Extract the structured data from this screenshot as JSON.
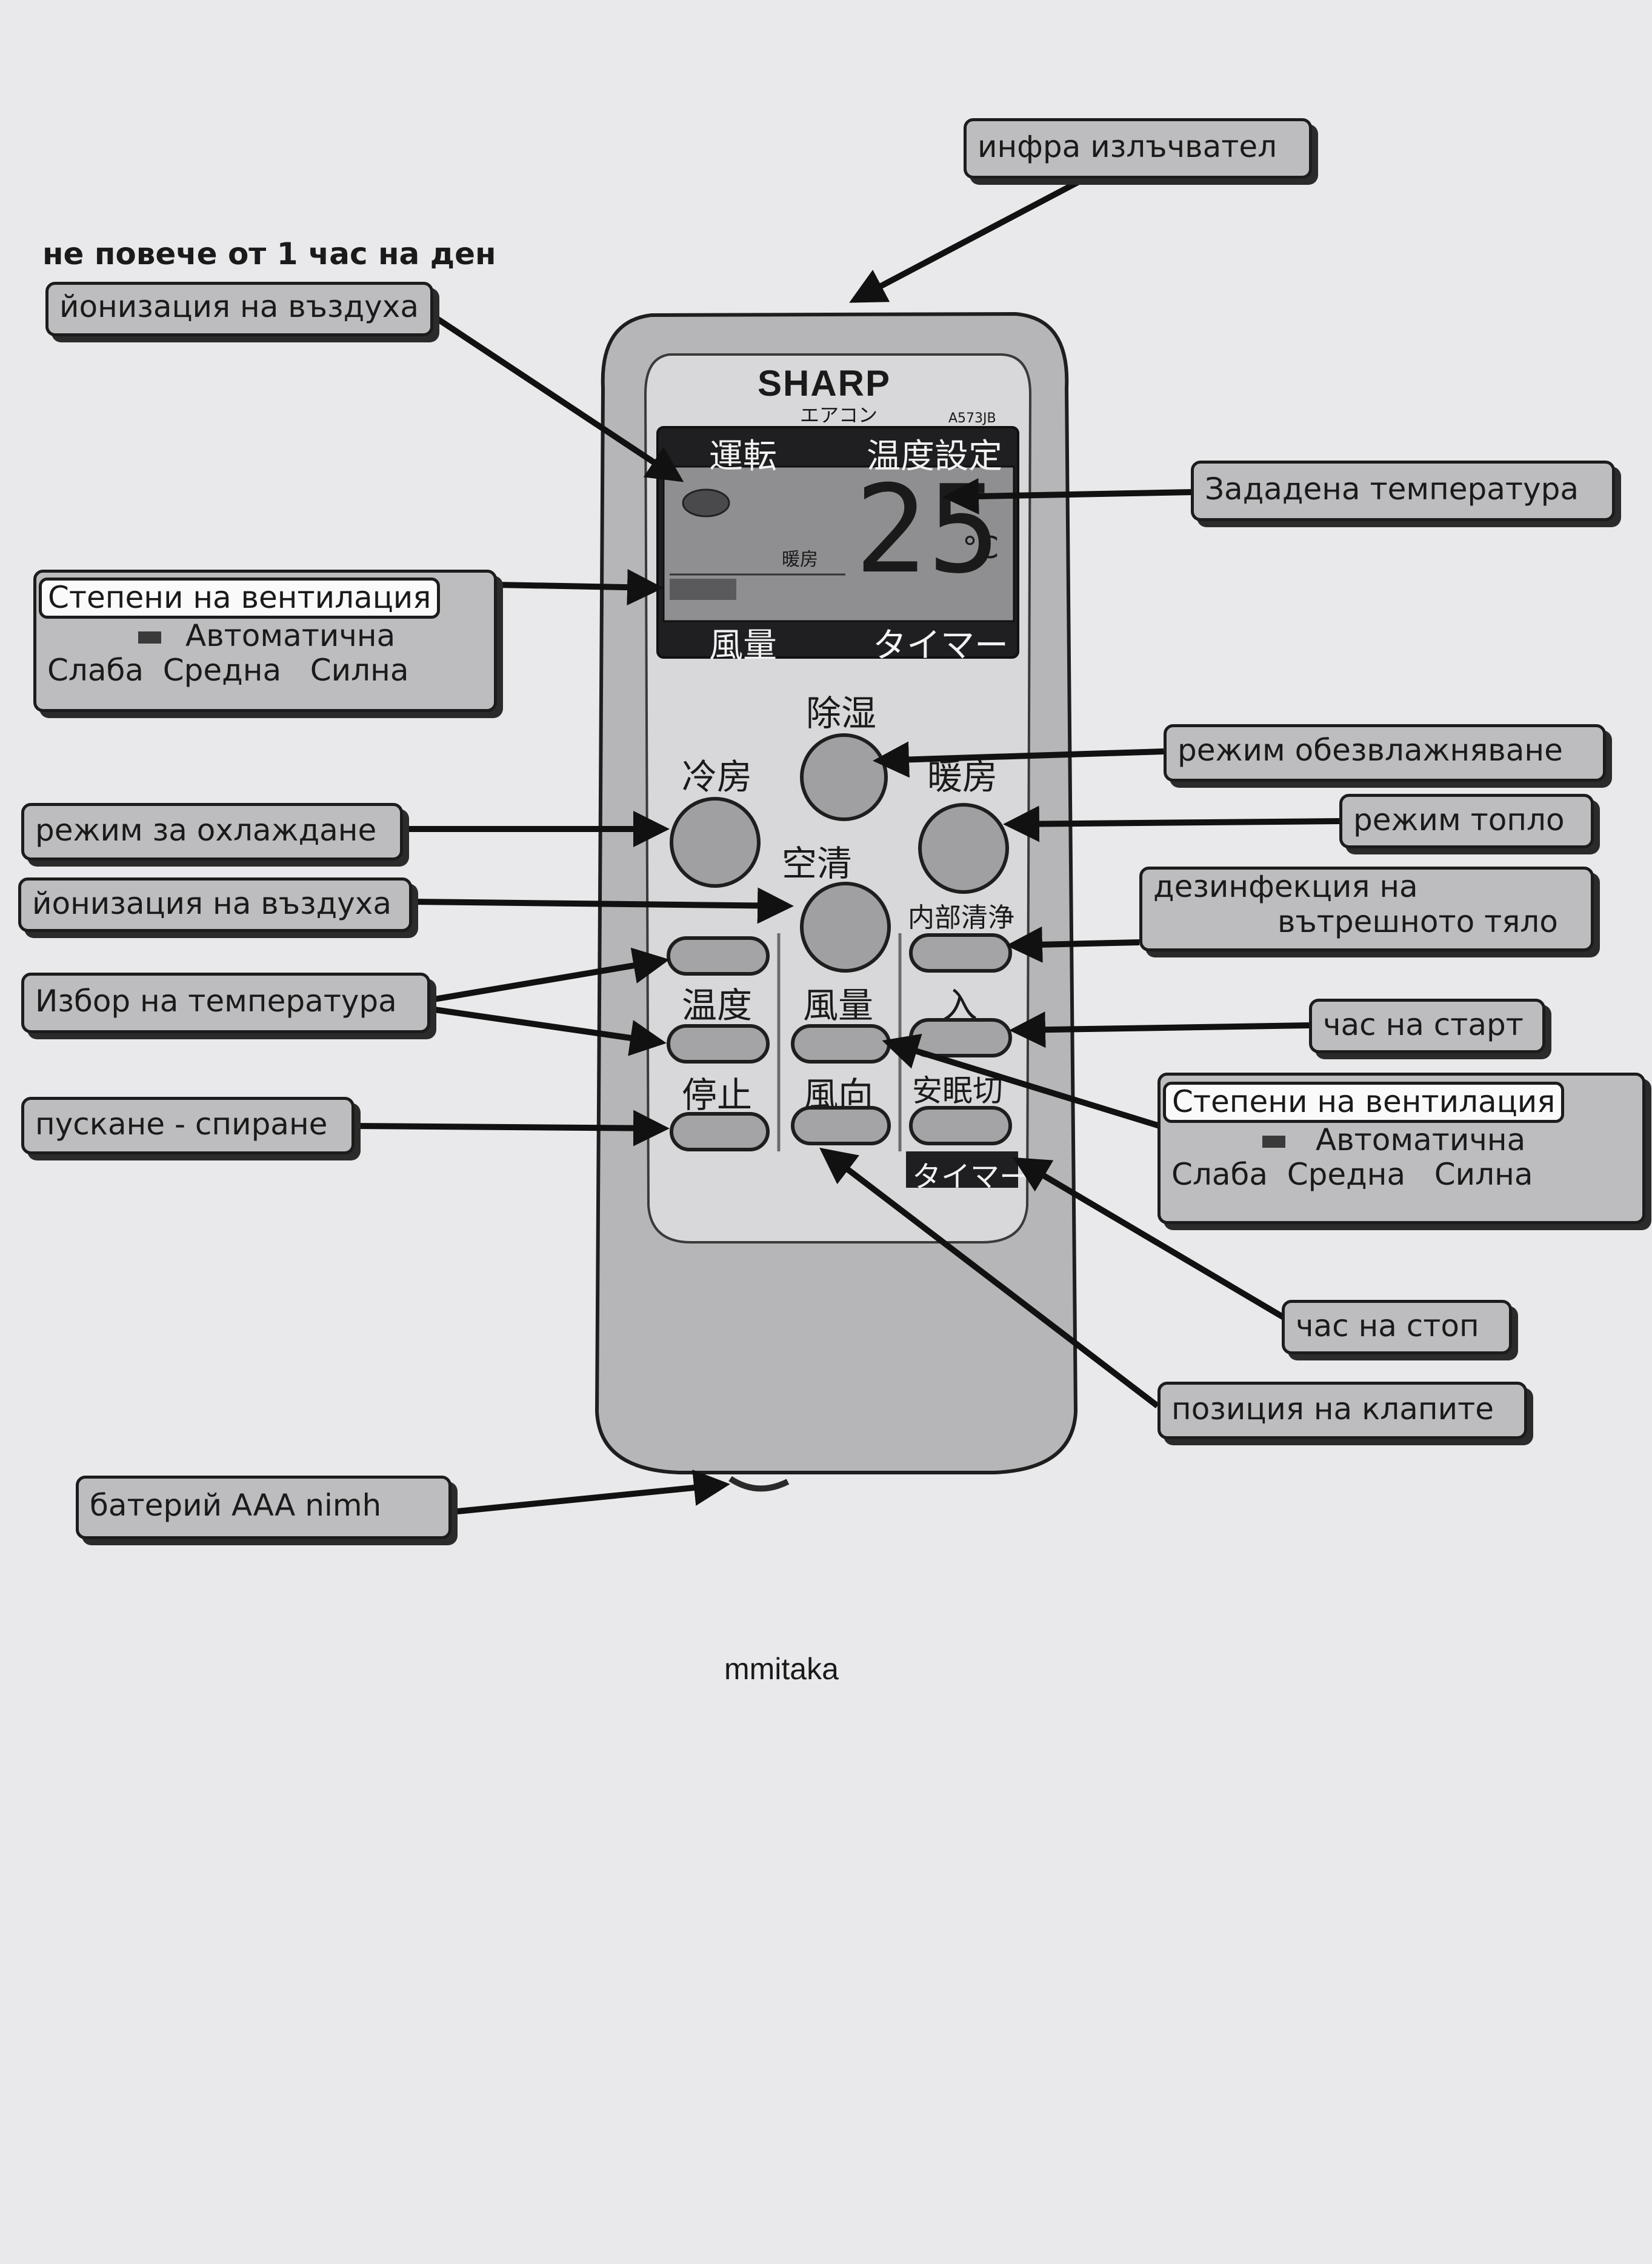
{
  "remote": {
    "brand": "SHARP",
    "subtitle": "エアコン",
    "model": "A573JB",
    "lcd": {
      "top_left": "運転",
      "top_right": "温度設定",
      "temperature": "25",
      "unit": "°C",
      "mode_small": "暖房",
      "bottom_left": "風量",
      "bottom_right": "タイマー"
    },
    "buttons": {
      "dehumidify": "除湿",
      "cool": "冷房",
      "heat": "暖房",
      "ion": "空清",
      "internal_clean": "内部清浄",
      "temp": "温度",
      "fan_speed": "風量",
      "timer_on": "入",
      "stop": "停止",
      "fan_direction": "風向",
      "sleep_off": "安眠切",
      "timer": "タイマー"
    }
  },
  "callouts": {
    "ir_emitter": "инфра излъчвател",
    "ion_note": "не повече от 1 час на ден",
    "ion_top": "йонизация на въздуха",
    "set_temp": "Зададена температура",
    "fan_levels_left": {
      "title": "Степени на вентилация",
      "auto": "Автоматична",
      "levels": "Слаба  Средна   Силна"
    },
    "dehumidify_mode": "режим обезвлажняване",
    "cooling_mode": "режим за охлаждане",
    "heat_mode": "режим топло",
    "ion_button": "йонизация на въздуха",
    "disinfection": {
      "line1": "дезинфекция на",
      "line2": "вътрешното тяло"
    },
    "temp_select": "Избор на температура",
    "start_time": "час на старт",
    "fan_levels_right": {
      "title": "Степени на вентилация",
      "auto": "Автоматична",
      "levels": "Слаба  Средна   Силна"
    },
    "start_stop": "пускане - спиране",
    "stop_time": "час на стоп",
    "flap_position": "позиция на клапите",
    "batteries": "батерий AAA  nimh"
  },
  "footer": {
    "author": "mmitaka"
  },
  "colors": {
    "paper": "#e9e9eb",
    "label_fill": "#bdbdbf",
    "remote_body": "#b6b6b8",
    "lcd_dark": "#1f1f21"
  }
}
